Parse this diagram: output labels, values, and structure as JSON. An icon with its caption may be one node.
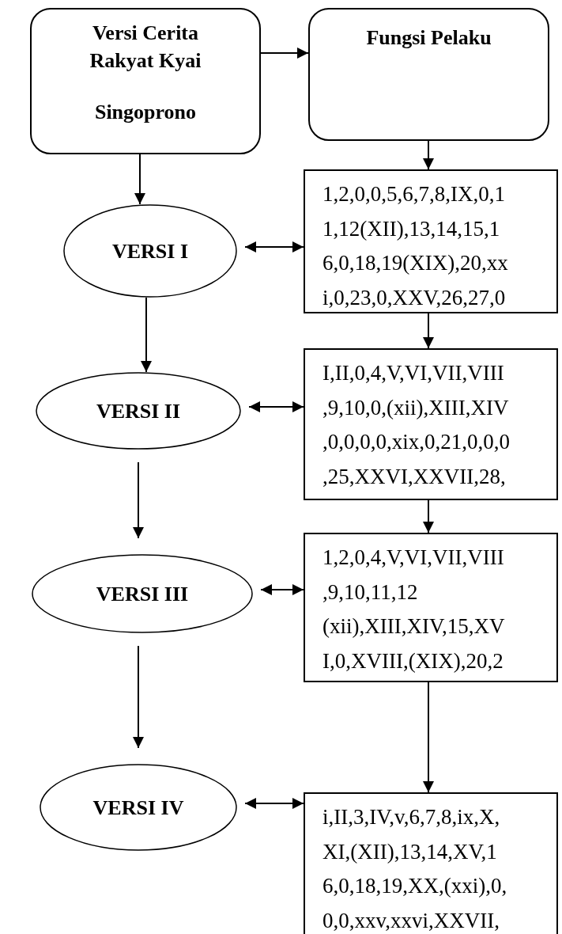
{
  "diagram": {
    "nodes": [
      {
        "text": [
          "Versi Cerita Rakyat Kyai Singoprono"
        ]
      },
      {
        "text": [
          "Fungsi Pelaku"
        ]
      },
      {
        "text": [
          "VERSI I"
        ]
      },
      {
        "text": [
          "1,2,0,0,5,6,7,8,IX,0,1 1,12(XII),13,14,15,1 6,0,18,19(XIX),20,xx i,0,23,0,XXV,26,27,0"
        ]
      },
      {
        "text": [
          "VERSI II"
        ]
      },
      {
        "text": [
          "I,II,0,4,V,VI,VII,VIII ,9,10,0,(xii),XIII,XIV ,0,0,0,0,xix,0,21,0,0,0 ,25,XXVI,XXVII,28,"
        ]
      },
      {
        "text": [
          "VERSI III"
        ]
      },
      {
        "text": [
          "1,2,0,4,V,VI,VII,VIII ,9,10,11,12 (xii),XIII,XIV,15,XV I,0,XVIII,(XIX),20,2"
        ]
      },
      {
        "text": [
          "VERSI IV"
        ]
      },
      {
        "text": [
          "i,II,3,IV,v,6,7,8,ix,X, XI,(XII),13,14,XV,1 6,0,18,19,XX,(xxi),0, 0,0,xxv,xxvi,XXVII,"
        ]
      }
    ],
    "edges": [
      {
        "from": 0,
        "to": 1,
        "arrow": "to"
      },
      {
        "from": 0,
        "to": 2,
        "arrow": "to"
      },
      {
        "from": 1,
        "to": 3,
        "arrow": "to"
      },
      {
        "from": 2,
        "to": 3,
        "arrow": "both"
      },
      {
        "from": 2,
        "to": 4,
        "arrow": "to"
      },
      {
        "from": 3,
        "to": 5,
        "arrow": "to"
      },
      {
        "from": 4,
        "to": 5,
        "arrow": "both"
      },
      {
        "from": 4,
        "to": 6,
        "arrow": "to"
      },
      {
        "from": 5,
        "to": 7,
        "arrow": "to"
      },
      {
        "from": 6,
        "to": 7,
        "arrow": "both"
      },
      {
        "from": 6,
        "to": 8,
        "arrow": "to"
      },
      {
        "from": 7,
        "to": 9,
        "arrow": "to"
      },
      {
        "from": 8,
        "to": 9,
        "arrow": "both"
      }
    ]
  }
}
